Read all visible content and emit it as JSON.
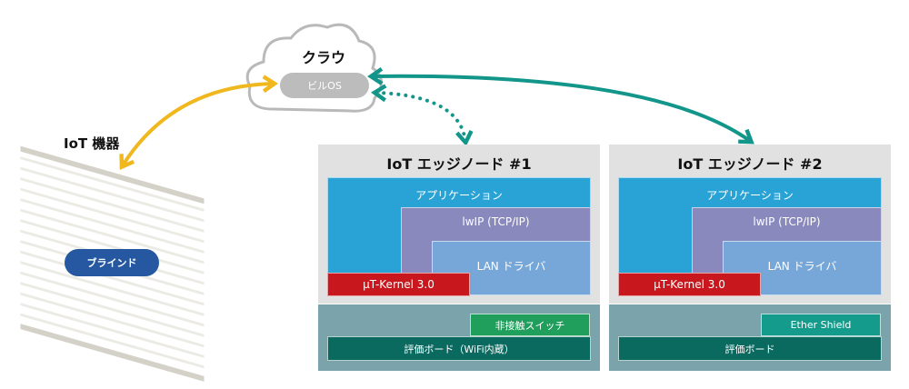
{
  "cloud": {
    "title": "クラウド",
    "service": "ビルOS"
  },
  "device": {
    "title": "IoT 機器",
    "name": "ブラインド"
  },
  "nodes": [
    {
      "title": "IoT エッジノード #1",
      "app": "アプリケーション",
      "tcpip": "lwIP (TCP/IP)",
      "driver": "LAN ドライバ",
      "kernel": "µT-Kernel 3.0",
      "peripheral": "非接触スイッチ",
      "board": "評価ボード（WiFi内蔵）"
    },
    {
      "title": "IoT エッジノード #2",
      "app": "アプリケーション",
      "tcpip": "lwIP (TCP/IP)",
      "driver": "LAN ドライバ",
      "kernel": "µT-Kernel 3.0",
      "peripheral": "Ether Shield",
      "board": "評価ボード"
    }
  ],
  "colors": {
    "yellow_arrow": "#f0b81e",
    "teal_arrow": "#12968a",
    "switch": "#1f9e5c",
    "ether_shield": "#149b8c"
  }
}
